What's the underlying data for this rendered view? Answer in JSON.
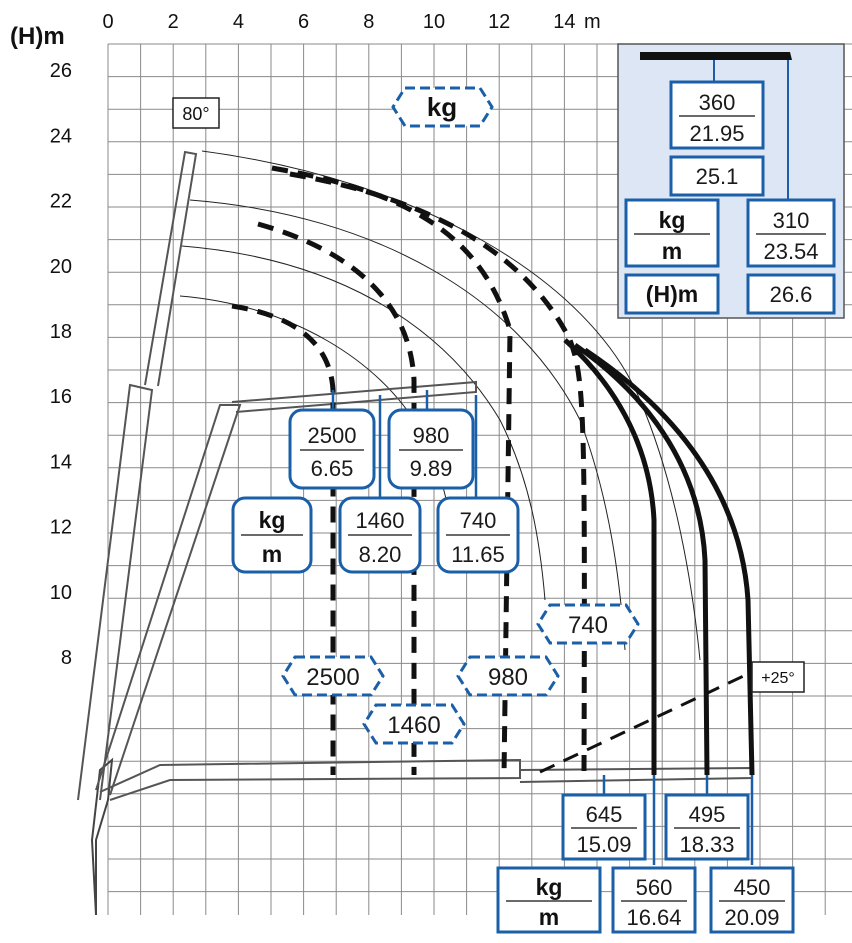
{
  "chart_data": {
    "type": "diagram",
    "y_title": "(H)m",
    "x_unit": "m",
    "x_ticks": [
      "0",
      "2",
      "4",
      "6",
      "8",
      "10",
      "12",
      "14"
    ],
    "y_ticks": [
      "8",
      "10",
      "12",
      "14",
      "16",
      "18",
      "20",
      "22",
      "24",
      "26"
    ],
    "angle_top": "80°",
    "angle_low": "+25°",
    "unit_kg": "kg",
    "unit_m": "m",
    "unit_h": "(H)m",
    "main_loads": [
      {
        "kg": "2500",
        "m": "6.65"
      },
      {
        "kg": "1460",
        "m": "8.20"
      },
      {
        "kg": "980",
        "m": "9.89"
      },
      {
        "kg": "740",
        "m": "11.65"
      }
    ],
    "dashed_loads": [
      "2500",
      "1460",
      "980",
      "740"
    ],
    "extension_loads": [
      {
        "kg": "645",
        "m": "15.09"
      },
      {
        "kg": "560",
        "m": "16.64"
      },
      {
        "kg": "495",
        "m": "18.33"
      },
      {
        "kg": "450",
        "m": "20.09"
      }
    ],
    "inset": {
      "top": {
        "kg": "360",
        "m": "21.95"
      },
      "top_h": "25.1",
      "right": {
        "kg": "310",
        "m": "23.54"
      },
      "right_h": "26.6"
    }
  }
}
